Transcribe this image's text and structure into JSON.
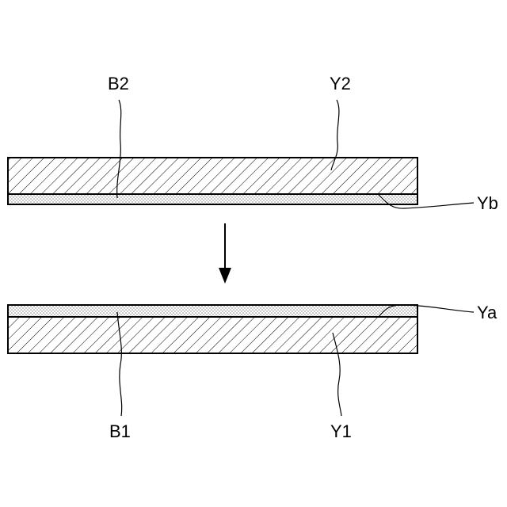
{
  "labels": {
    "top_base": "Y2",
    "top_adhesive_side": "B2",
    "top_layer": "Yb",
    "bottom_base": "Y1",
    "bottom_adhesive_side": "B1",
    "bottom_layer": "Ya"
  },
  "arrow": {
    "direction": "down"
  }
}
